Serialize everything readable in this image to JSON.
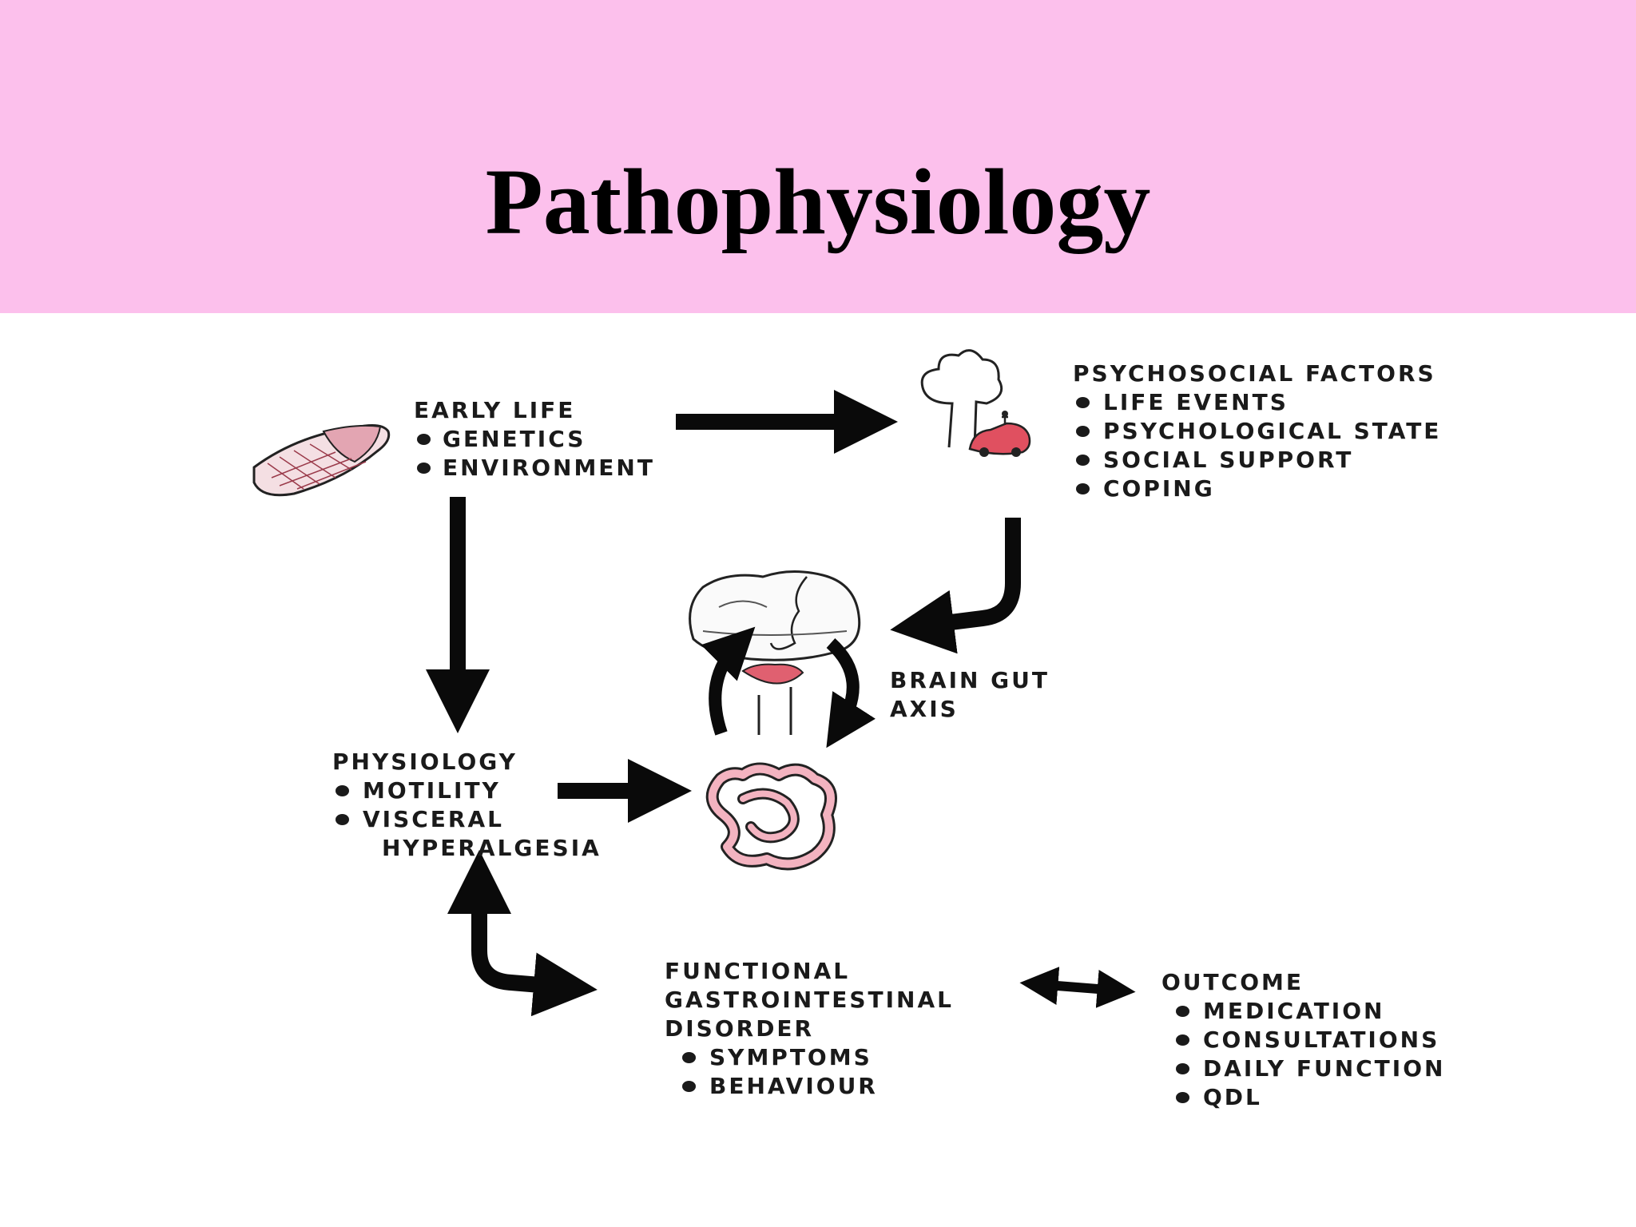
{
  "title": "Pathophysiology",
  "colors": {
    "header_band": "#fcc0ec",
    "ink": "#1a1a1a",
    "pink_accent": "#e06070"
  },
  "nodes": {
    "early_life": {
      "header": "EARLY LIFE",
      "items": [
        "GENETICS",
        "ENVIRONMENT"
      ]
    },
    "psychosocial": {
      "header": "PSYCHOSOCIAL FACTORS",
      "items": [
        "LIFE EVENTS",
        "PSYCHOLOGICAL STATE",
        "SOCIAL SUPPORT",
        "COPING"
      ]
    },
    "brain_gut": {
      "lines": [
        "BRAIN GUT",
        "AXIS"
      ]
    },
    "physiology": {
      "header": "PHYSIOLOGY",
      "items": [
        "MOTILITY",
        "VISCERAL"
      ],
      "continuation": "HYPERALGESIA"
    },
    "fgid": {
      "lines": [
        "FUNCTIONAL",
        "GASTROINTESTINAL",
        "DISORDER"
      ],
      "items": [
        "SYMPTOMS",
        "BEHAVIOUR"
      ]
    },
    "outcome": {
      "header": "OUTCOME",
      "items": [
        "MEDICATION",
        "CONSULTATIONS",
        "DAILY FUNCTION",
        "QDL"
      ]
    }
  },
  "icons": [
    "baby-cradle-icon",
    "tree-car-accident-icon",
    "brain-icon",
    "intestine-icon"
  ]
}
